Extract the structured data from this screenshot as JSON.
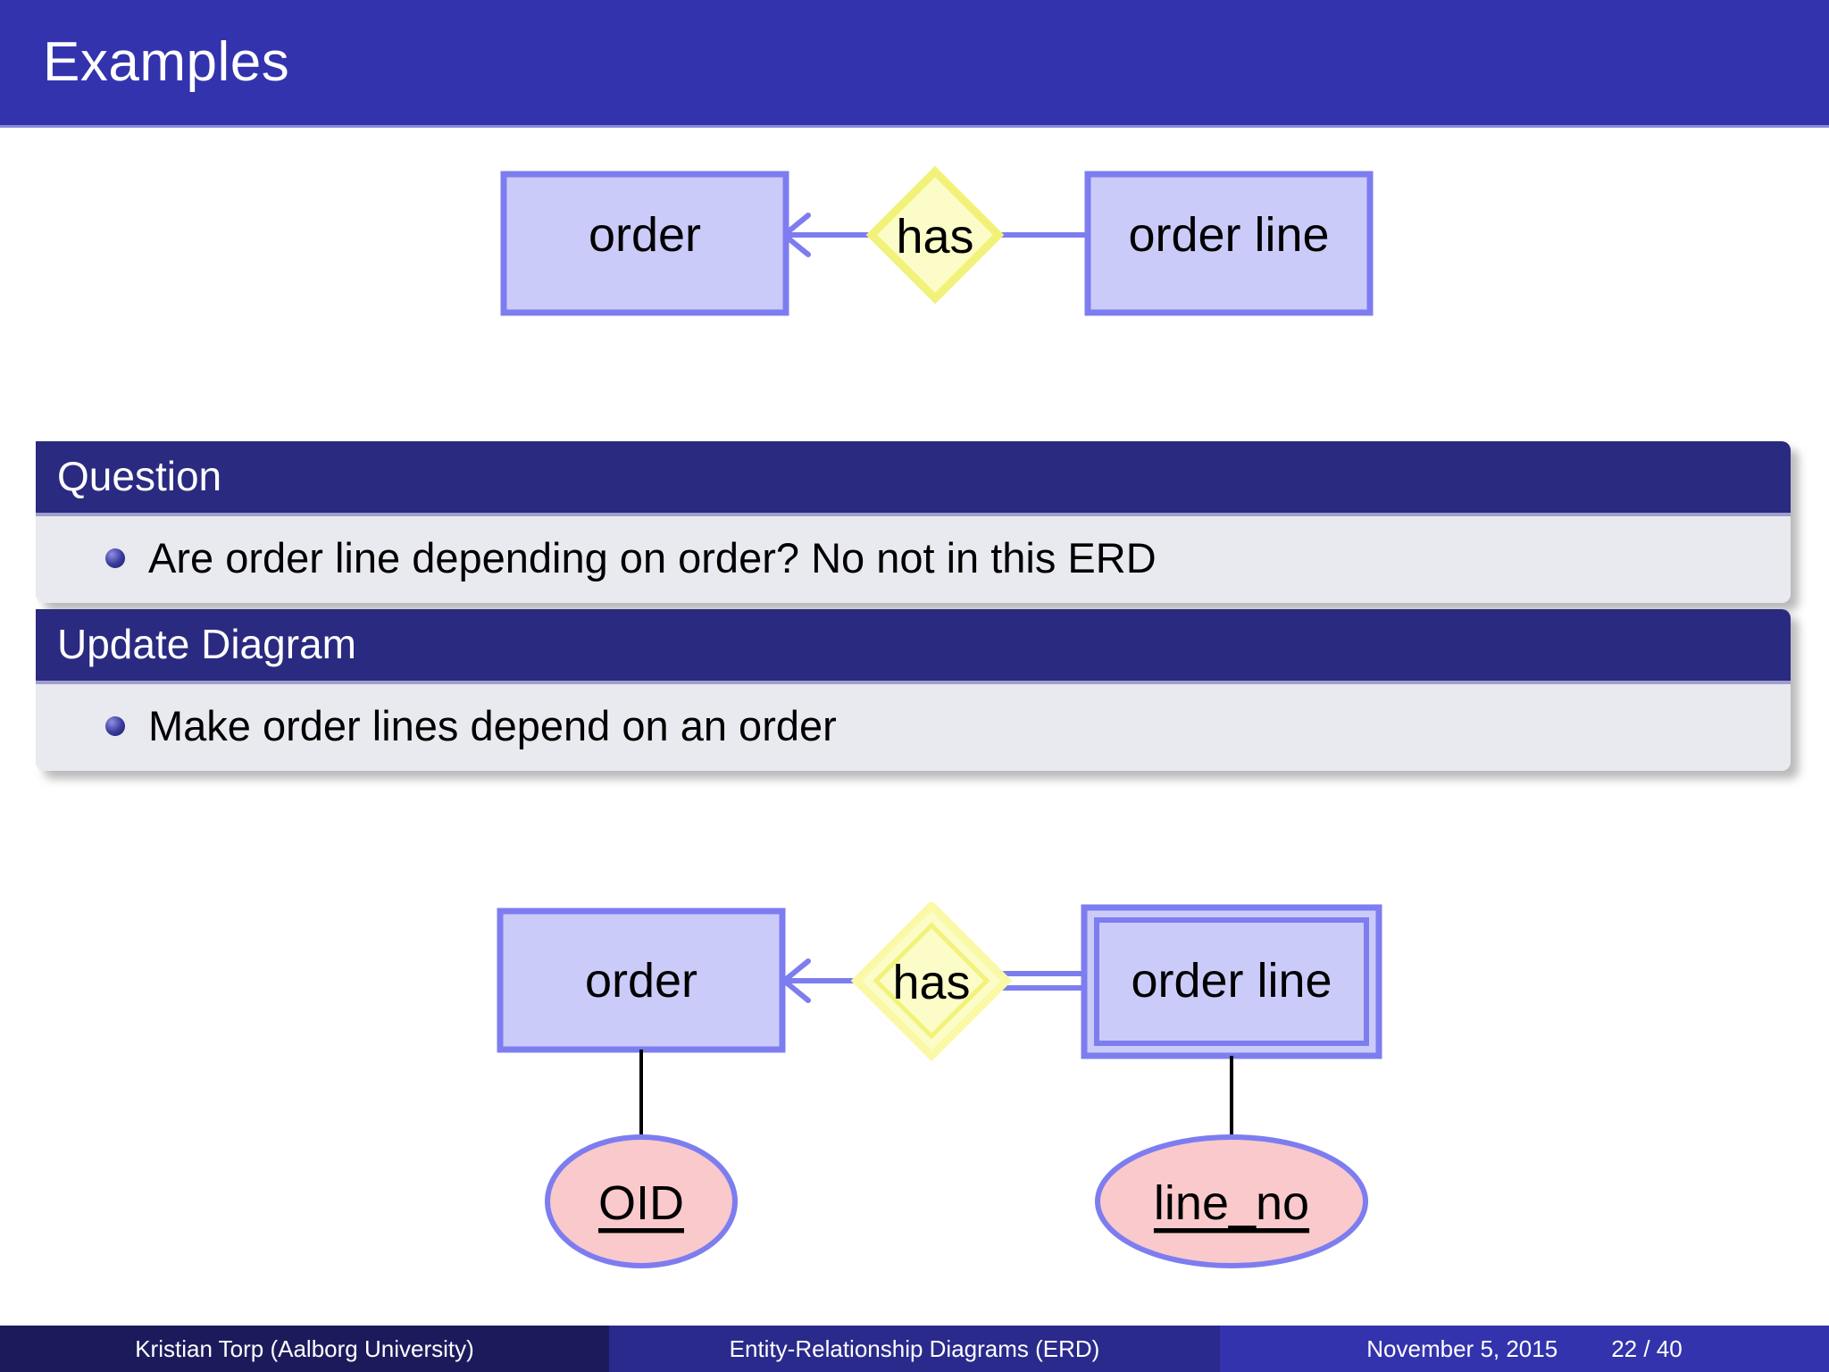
{
  "slide": {
    "title": "Examples"
  },
  "diagram_top": {
    "name": "erd-order-has-orderline-nonidentifying",
    "entities": [
      {
        "id": "order",
        "label": "order",
        "weak": false
      },
      {
        "id": "order_line",
        "label": "order line",
        "weak": false
      }
    ],
    "relationship": {
      "id": "has",
      "label": "has",
      "identifying": false
    },
    "edges": [
      {
        "from": "has",
        "to": "order",
        "style": "single",
        "arrow": "open-left"
      },
      {
        "from": "has",
        "to": "order_line",
        "style": "single",
        "arrow": "none"
      }
    ],
    "attributes": []
  },
  "blocks": [
    {
      "id": "question",
      "title": "Question",
      "items": [
        "Are order line depending on order? No not in this ERD"
      ]
    },
    {
      "id": "update-diagram",
      "title": "Update Diagram",
      "items": [
        "Make order lines depend on an order"
      ]
    }
  ],
  "diagram_bottom": {
    "name": "erd-order-has-orderline-identifying",
    "entities": [
      {
        "id": "order",
        "label": "order",
        "weak": false
      },
      {
        "id": "order_line",
        "label": "order line",
        "weak": true
      }
    ],
    "relationship": {
      "id": "has",
      "label": "has",
      "identifying": true
    },
    "edges": [
      {
        "from": "has",
        "to": "order",
        "style": "single",
        "arrow": "open-left"
      },
      {
        "from": "has",
        "to": "order_line",
        "style": "double",
        "arrow": "none"
      },
      {
        "from": "order",
        "to": "OID",
        "style": "single",
        "arrow": "none"
      },
      {
        "from": "order_line",
        "to": "line_no",
        "style": "single",
        "arrow": "none"
      }
    ],
    "attributes": [
      {
        "id": "OID",
        "label": "OID",
        "key": true,
        "owner": "order"
      },
      {
        "id": "line_no",
        "label": "line_no",
        "key": true,
        "owner": "order_line"
      }
    ]
  },
  "footer": {
    "author": "Kristian Torp  (Aalborg University)",
    "talk_title": "Entity-Relationship Diagrams (ERD)",
    "date": "November 5, 2015",
    "page": "22 / 40"
  },
  "colors": {
    "title_bar": "#3333ad",
    "block_header": "#2a2a80",
    "block_body": "#e9e9f0",
    "entity_fill": "#cbcbfa",
    "entity_stroke": "#7d7df0",
    "relationship_fill": "#fcfcc8",
    "relationship_stroke": "#f2f27a",
    "attribute_fill": "#f9c9cc",
    "attribute_stroke": "#7d7df0",
    "connector": "#7d7df0",
    "attribute_connector": "#000000"
  }
}
